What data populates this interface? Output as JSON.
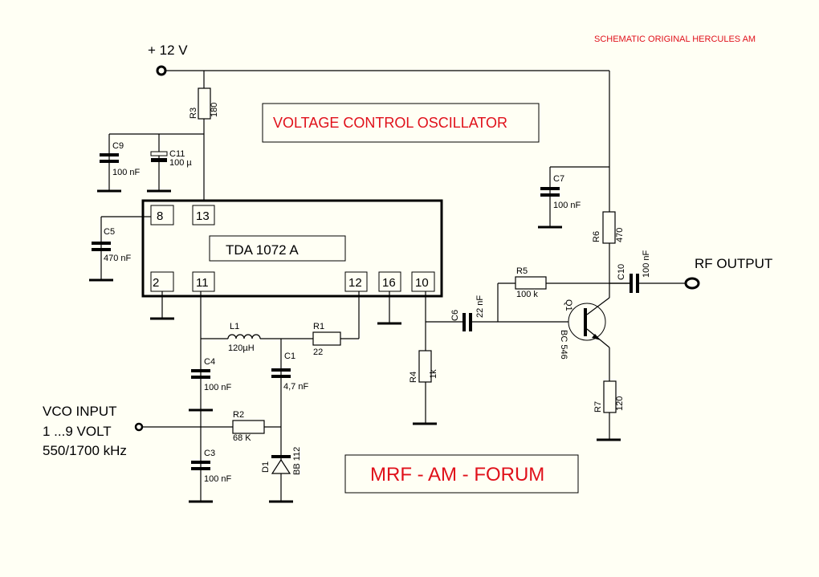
{
  "header": {
    "note": "SCHEMATIC ORIGINAL HERCULES AM",
    "title_box": "VOLTAGE  CONTROL OSCILLATOR",
    "footer_box": "MRF -  AM - FORUM",
    "accent_color": "#e0101a"
  },
  "supply": {
    "label": "+ 12 V"
  },
  "ic": {
    "name": "TDA 1072 A",
    "pins_top": [
      "8",
      "13"
    ],
    "pins_bottom": [
      "2",
      "11",
      "12",
      "16",
      "10"
    ]
  },
  "components": {
    "R3": {
      "ref": "R3",
      "value": "180"
    },
    "R1": {
      "ref": "R1",
      "value": "22"
    },
    "R2": {
      "ref": "R2",
      "value": "68 K"
    },
    "R4": {
      "ref": "R4",
      "value": "1k"
    },
    "R5": {
      "ref": "R5",
      "value": "100 k"
    },
    "R6": {
      "ref": "R6",
      "value": "470"
    },
    "R7": {
      "ref": "R7",
      "value": "120"
    },
    "C9": {
      "ref": "C9",
      "value": "100 nF"
    },
    "C11": {
      "ref": "C11",
      "value": "100 µ"
    },
    "C5": {
      "ref": "C5",
      "value": "470 nF"
    },
    "C4": {
      "ref": "C4",
      "value": "100 nF"
    },
    "C1": {
      "ref": "C1",
      "value": "4,7 nF"
    },
    "C3": {
      "ref": "C3",
      "value": "100 nF"
    },
    "C6": {
      "ref": "C6",
      "value": "22 nF"
    },
    "C7": {
      "ref": "C7",
      "value": "100 nF"
    },
    "C10": {
      "ref": "C10",
      "value": "100 nF"
    },
    "L1": {
      "ref": "L1",
      "value": "120µH"
    },
    "D1": {
      "ref": "D1",
      "value": "BB 112"
    },
    "Q1": {
      "ref": "Q1",
      "value": "BC 546"
    }
  },
  "vco_input": {
    "line1": "VCO INPUT",
    "line2": "1 ...9 VOLT",
    "line3": "550/1700 kHz"
  },
  "rf_output": {
    "label": "RF OUTPUT"
  }
}
